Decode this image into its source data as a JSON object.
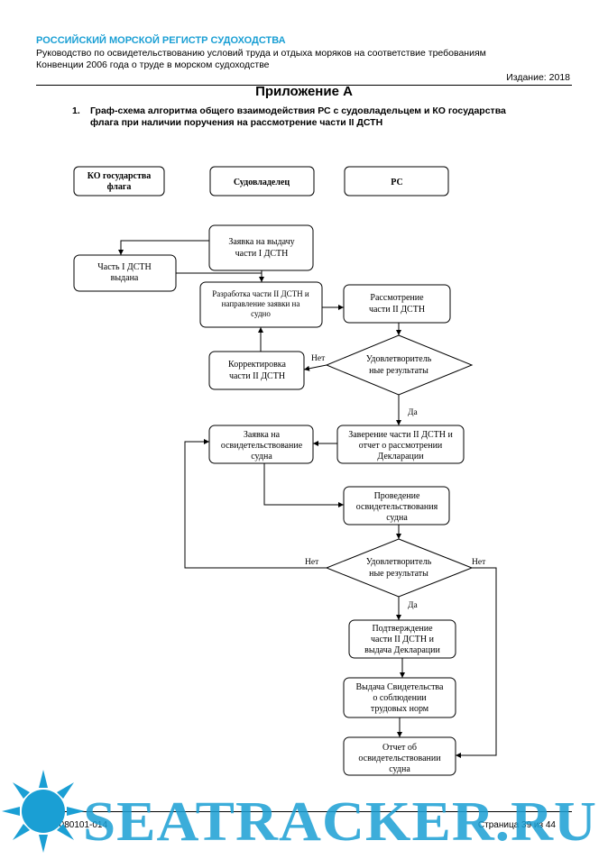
{
  "header": {
    "org": "РОССИЙСКИЙ МОРСКОЙ РЕГИСТР СУДОХОДСТВА",
    "subtitle_line1": "Руководство по освидетельствованию условий труда и отдыха моряков на соответствие требованиям",
    "subtitle_line2": "Конвенции 2006 года о труде в морском судоходстве",
    "edition": "Издание: 2018"
  },
  "appendix_title": "Приложение А",
  "section": {
    "number": "1.",
    "title_line1": "Граф-схема алгоритма общего взаимодействия РС с судовладельцем и КО государства",
    "title_line2": "флага при наличии поручения на рассмотрение части II ДСТН"
  },
  "flowchart": {
    "lanes": {
      "flag_l1": "КО государства",
      "flag_l2": "флага",
      "owner": "Судовладелец",
      "rs": "РС"
    },
    "req_issue_l1": "Заявка на выдачу",
    "req_issue_l2": "части I ДСТН",
    "part1_l1": "Часть I ДСТН",
    "part1_l2": "выдана",
    "dev_l1": "Разработка части II ДСТН и",
    "dev_l2": "направление заявки на",
    "dev_l3": "судно",
    "review_l1": "Рассмотрение",
    "review_l2": "части II ДСТН",
    "decision1_l1": "Удовлетворитель",
    "decision1_l2": "ные результаты",
    "correct_l1": "Корректировка",
    "correct_l2": "части II ДСТН",
    "no1": "Нет",
    "yes1": "Да",
    "certify_l1": "Заверение части II ДСТН и",
    "certify_l2": "отчет о рассмотрении",
    "certify_l3": "Декларации",
    "req_survey_l1": "Заявка на",
    "req_survey_l2": "освидетельствование",
    "req_survey_l3": "судна",
    "conduct_l1": "Проведение",
    "conduct_l2": "освидетельствования",
    "conduct_l3": "судна",
    "decision2_l1": "Удовлетворитель",
    "decision2_l2": "ные результаты",
    "no2_left": "Нет",
    "no2_right": "Нет",
    "yes2": "Да",
    "confirm_l1": "Подтверждение",
    "confirm_l2": "части II ДСТН и",
    "confirm_l3": "выдача Декларации",
    "cert_l1": "Выдача Свидетельства",
    "cert_l2": "о соблюдении",
    "cert_l3": "трудовых норм",
    "report_l1": "Отчет об",
    "report_l2": "освидетельствовании",
    "report_l3": "судна"
  },
  "footer": {
    "doc_id": "НД 2-080101-014",
    "page": "Страница 39 из 44"
  },
  "watermark": {
    "text": "SEATRACKER.RU",
    "color": "#1a9fd4"
  }
}
